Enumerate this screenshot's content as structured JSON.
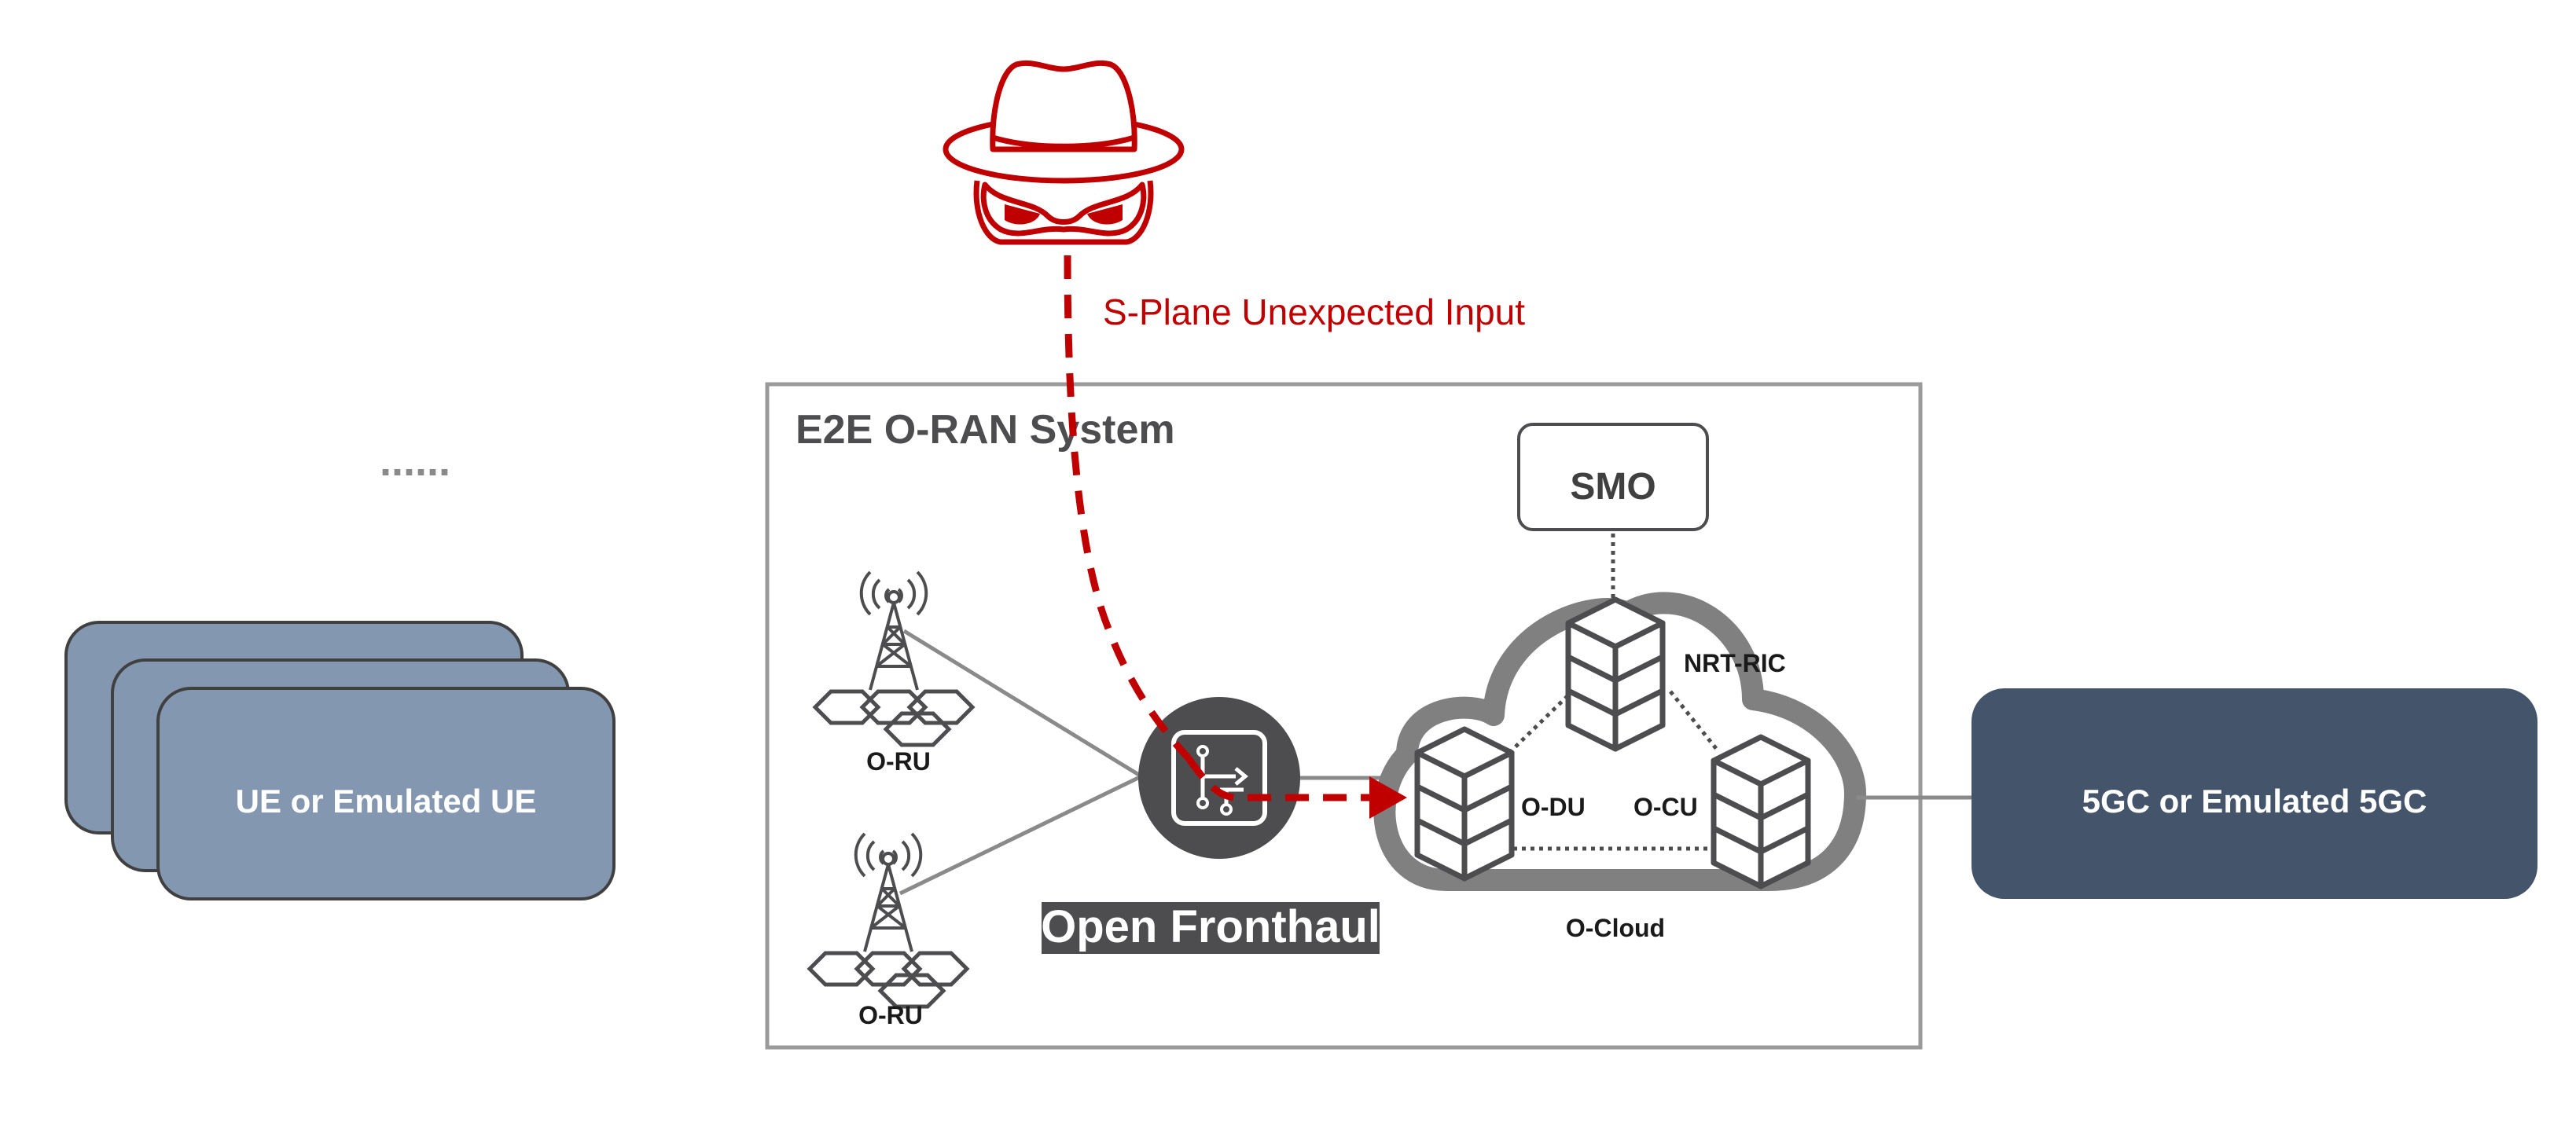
{
  "colors": {
    "attack": "#c00000",
    "ue_fill": "#8497b0",
    "core_fill": "#44546a",
    "dark_gray": "#4d4d4f",
    "cloud_gray": "#808080",
    "line_gray": "#8a8a8a",
    "text_dark": "#404040"
  },
  "attacker": {
    "icon": "hacker-hat-mask-icon",
    "label": "S-Plane Unexpected Input"
  },
  "ue": {
    "ellipsis": "......",
    "label": "UE or Emulated UE"
  },
  "system": {
    "title": "E2E O-RAN System",
    "ru_top_label": "O-RU",
    "ru_bottom_label": "O-RU",
    "fronthaul_label": "Open Fronthaul",
    "smo_label": "SMO",
    "nrt_ric_label": "NRT-RIC",
    "odu_label": "O-DU",
    "ocu_label": "O-CU",
    "ocloud_label": "O-Cloud"
  },
  "core": {
    "label": "5GC or Emulated 5GC"
  }
}
